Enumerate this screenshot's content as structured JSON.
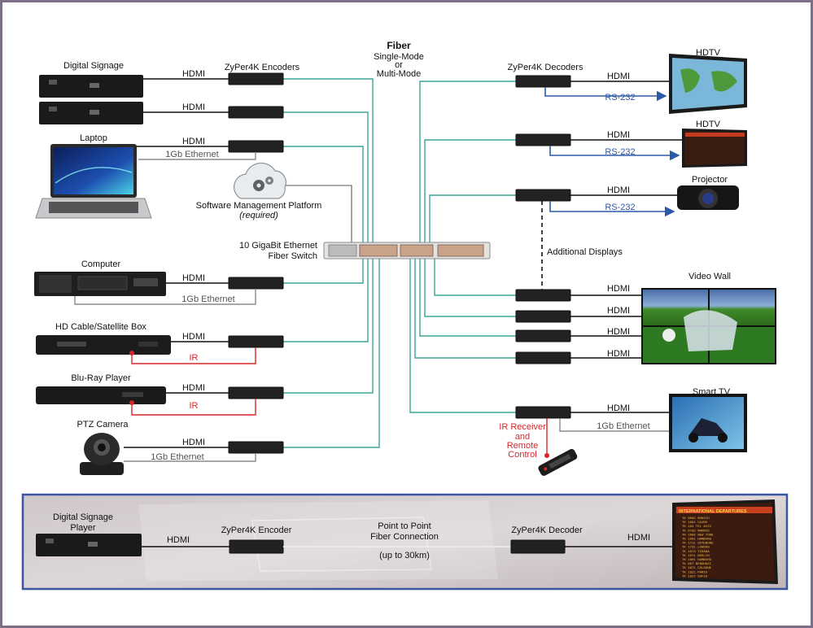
{
  "fiber": {
    "title": "Fiber",
    "line1": "Single-Mode",
    "line2": "or",
    "line3": "Multi-Mode"
  },
  "headers": {
    "encoders": "ZyPer4K Encoders",
    "decoders": "ZyPer4K Decoders"
  },
  "switch": {
    "line1": "10 GigaBit Ethernet",
    "line2": "Fiber Switch"
  },
  "software": {
    "line1": "Software Management Platform",
    "line2": "(required)"
  },
  "sources": {
    "digital_signage": "Digital Signage",
    "laptop": "Laptop",
    "computer": "Computer",
    "cable_box": "HD Cable/Satellite Box",
    "bluray": "Blu-Ray Player",
    "ptz": "PTZ Camera"
  },
  "displays": {
    "hdtv1": "HDTV",
    "hdtv2": "HDTV",
    "projector": "Projector",
    "video_wall": "Video Wall",
    "smart_tv": "Smart TV",
    "additional": "Additional Displays"
  },
  "links": {
    "hdmi": "HDMI",
    "ethernet": "1Gb Ethernet",
    "ir": "IR",
    "rs232": "RS-232"
  },
  "ir_receiver": {
    "line1": "IR Receiver",
    "line2": "and",
    "line3": "Remote",
    "line4": "Control"
  },
  "p2p": {
    "player_line1": "Digital Signage",
    "player_line2": "Player",
    "encoder": "ZyPer4K Encoder",
    "decoder": "ZyPer4K Decoder",
    "conn_line1": "Point to Point",
    "conn_line2": "Fiber Connection",
    "range": "(up to 30km)",
    "hdmi": "HDMI"
  },
  "board": {
    "title": "INTERNATIONAL DEPARTURES",
    "rows": [
      "TK 9095 MUNICH",
      "TK 1891 CAIRO",
      "TK 194 TEL AVIV",
      "TK 0765 MADRID",
      "TK 1605 NEW YORK",
      "TK 1601 HAMBURG",
      "TK 1711 GOTEBORG",
      "TK 1731 LONDON",
      "TK 1073 TIRANA",
      "TK 1071 BERLIN",
      "TK 1801 HAMBURG",
      "TK 887 BENGHAZI",
      "TK 1871 COLOGNE",
      "TK 1821 PARIS",
      "TK 1827 SOFIA"
    ]
  },
  "colors": {
    "fiber": "#3aa597",
    "rs232": "#2c5aa8",
    "ir": "#d9262b",
    "ethernet": "#8a8a8a",
    "frame": "#7a6f86",
    "p2p_border": "#3b55a5"
  }
}
